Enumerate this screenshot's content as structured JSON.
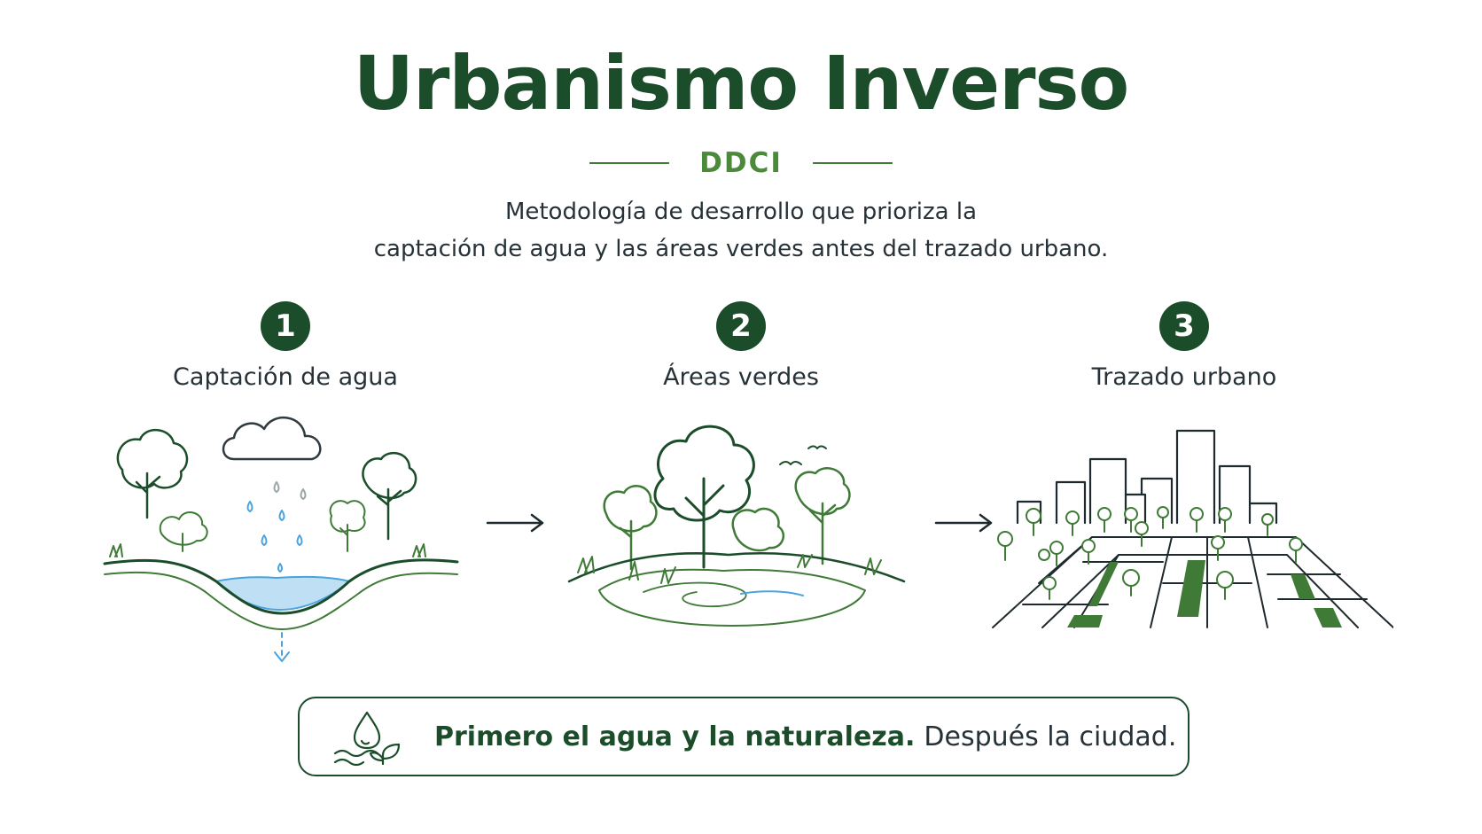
{
  "header": {
    "title": "Urbanismo Inverso",
    "org": "DDCI",
    "subtitle_line1": "Metodología de desarrollo que prioriza la",
    "subtitle_line2": "captación de agua y las áreas verdes antes del trazado urbano."
  },
  "steps": [
    {
      "number": "1",
      "label": "Captación de agua",
      "icon": "water-capture-icon"
    },
    {
      "number": "2",
      "label": "Áreas verdes",
      "icon": "green-areas-icon"
    },
    {
      "number": "3",
      "label": "Trazado urbano",
      "icon": "urban-layout-icon"
    }
  ],
  "banner": {
    "bold": "Primero el agua y la naturaleza.",
    "rest": "Después la ciudad.",
    "icon": "water-drop-leaf-icon"
  },
  "colors": {
    "dark_green": "#1b4d2b",
    "accent_green": "#4a8a3a",
    "water_blue": "#4aa3df",
    "text": "#263238"
  }
}
